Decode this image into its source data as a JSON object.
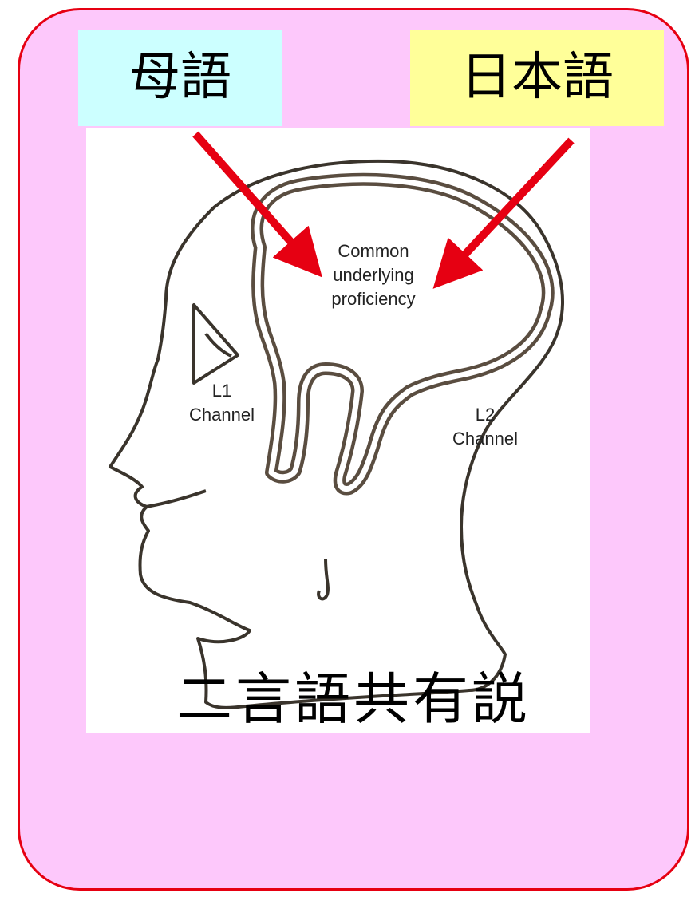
{
  "labels": {
    "l1": "母語",
    "l2": "日本語"
  },
  "figure": {
    "common_line1": "Common",
    "common_line2": "underlying",
    "common_line3": "proficiency",
    "l1_line1": "L1",
    "l1_line2": "Channel",
    "l2_line1": "L2",
    "l2_line2": "Channel"
  },
  "caption": "二言語共有説",
  "colors": {
    "card_bg": "#fdc8fb",
    "card_border": "#e60012",
    "l1_box": "#ccffff",
    "l2_box": "#ffff99",
    "arrow": "#e60012",
    "sketch_line": "#3a342c"
  }
}
